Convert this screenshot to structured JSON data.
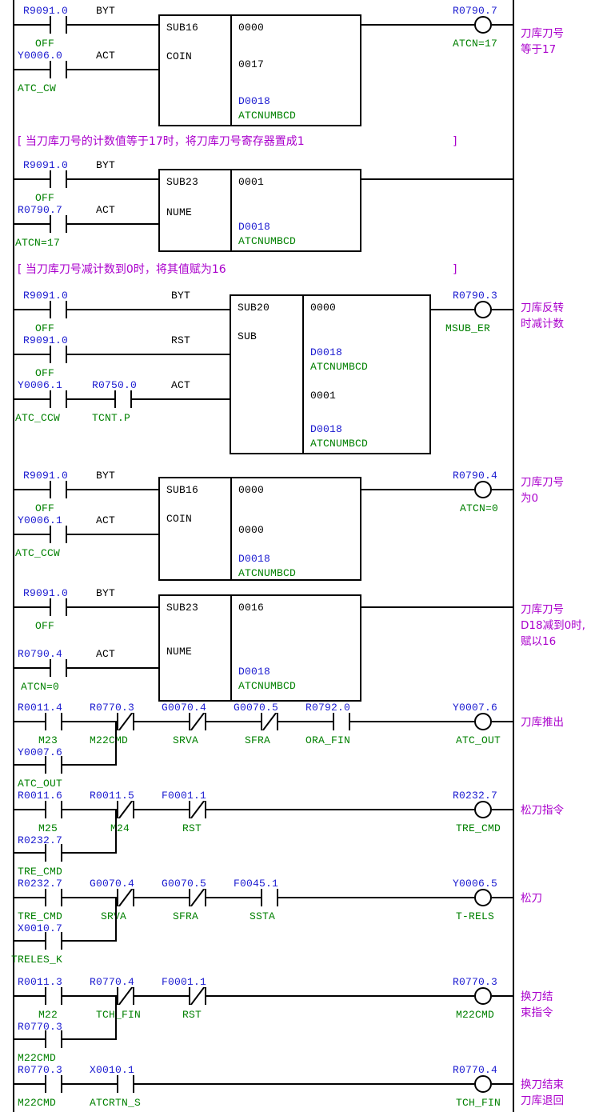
{
  "meta": {
    "kind": "plc-ladder-diagram",
    "colors": {
      "address": "#1a1ad0",
      "symbol": "#008000",
      "comment": "#aa00cc",
      "line": "#000000",
      "background": "#ffffff"
    }
  },
  "rungs": [
    {
      "id": "rung-1",
      "note": [
        "刀库刀号",
        "等于17"
      ],
      "inputs": [
        {
          "address": "R9091.0",
          "symbol": "OFF",
          "param": "BYT",
          "type": "no"
        },
        {
          "address": "Y0006.0",
          "symbol": "ATC_CW",
          "param": "ACT",
          "type": "no"
        }
      ],
      "block": {
        "number": "SUB16",
        "name": "COIN",
        "operands": [
          "0000",
          "0017",
          "D0018"
        ],
        "operand_symbols": [
          "",
          "",
          "ATCNUMBCD"
        ]
      },
      "output": {
        "address": "R0790.7",
        "symbol": "ATCN=17",
        "type": "coil"
      }
    },
    {
      "id": "rung-2",
      "comment": "[ 当刀库刀号的计数值等于17时，将刀库刀号寄存器置成1",
      "comment_close": "]",
      "note": [],
      "inputs": [
        {
          "address": "R9091.0",
          "symbol": "OFF",
          "param": "BYT",
          "type": "no"
        },
        {
          "address": "R0790.7",
          "symbol": "ATCN=17",
          "param": "ACT",
          "type": "no"
        }
      ],
      "block": {
        "number": "SUB23",
        "name": "NUME",
        "operands": [
          "0001",
          "D0018"
        ],
        "operand_symbols": [
          "",
          "ATCNUMBCD"
        ]
      },
      "output": null
    },
    {
      "id": "rung-3",
      "comment": "[ 当刀库刀号减计数到0时，将其值赋为16",
      "comment_close": "]",
      "note": [
        "刀库反转",
        "时减计数"
      ],
      "inputs": [
        {
          "address": "R9091.0",
          "symbol": "OFF",
          "param": "BYT",
          "type": "no"
        },
        {
          "address": "R9091.0",
          "symbol": "OFF",
          "param": "RST",
          "type": "no"
        },
        {
          "address": "Y0006.1",
          "symbol": "ATC_CCW",
          "param": "ACT",
          "type": "no"
        },
        {
          "address": "R0750.0",
          "symbol": "TCNT.P",
          "param": "",
          "type": "no"
        }
      ],
      "block": {
        "number": "SUB20",
        "name": "SUB",
        "operands": [
          "0000",
          "D0018",
          "0001",
          "D0018"
        ],
        "operand_symbols": [
          "",
          "ATCNUMBCD",
          "",
          "ATCNUMBCD"
        ]
      },
      "output": {
        "address": "R0790.3",
        "symbol": "MSUB_ER",
        "type": "coil"
      }
    },
    {
      "id": "rung-4",
      "note": [
        "刀库刀号",
        "为0"
      ],
      "inputs": [
        {
          "address": "R9091.0",
          "symbol": "OFF",
          "param": "BYT",
          "type": "no"
        },
        {
          "address": "Y0006.1",
          "symbol": "ATC_CCW",
          "param": "ACT",
          "type": "no"
        }
      ],
      "block": {
        "number": "SUB16",
        "name": "COIN",
        "operands": [
          "0000",
          "0000",
          "D0018"
        ],
        "operand_symbols": [
          "",
          "",
          "ATCNUMBCD"
        ]
      },
      "output": {
        "address": "R0790.4",
        "symbol": "ATCN=0",
        "type": "coil"
      }
    },
    {
      "id": "rung-5",
      "note": [
        "刀库刀号",
        "D18减到0时,",
        "赋以16"
      ],
      "inputs": [
        {
          "address": "R9091.0",
          "symbol": "OFF",
          "param": "BYT",
          "type": "no"
        },
        {
          "address": "R0790.4",
          "symbol": "ATCN=0",
          "param": "ACT",
          "type": "no"
        }
      ],
      "block": {
        "number": "SUB23",
        "name": "NUME",
        "operands": [
          "0016",
          "D0018"
        ],
        "operand_symbols": [
          "",
          "ATCNUMBCD"
        ]
      },
      "output": null
    },
    {
      "id": "rung-6",
      "note": [
        "刀库推出"
      ],
      "series": [
        {
          "address": "R0011.4",
          "symbol": "M23",
          "type": "no"
        },
        {
          "address": "R0770.3",
          "symbol": "M22CMD",
          "type": "nc"
        },
        {
          "address": "G0070.4",
          "symbol": "SRVA",
          "type": "nc"
        },
        {
          "address": "G0070.5",
          "symbol": "SFRA",
          "type": "nc"
        },
        {
          "address": "R0792.0",
          "symbol": "ORA_FIN",
          "type": "no"
        }
      ],
      "branch": {
        "address": "Y0007.6",
        "symbol": "ATC_OUT",
        "type": "no"
      },
      "output": {
        "address": "Y0007.6",
        "symbol": "ATC_OUT",
        "type": "coil"
      }
    },
    {
      "id": "rung-7",
      "note": [
        "松刀指令"
      ],
      "series": [
        {
          "address": "R0011.6",
          "symbol": "M25",
          "type": "no"
        },
        {
          "address": "R0011.5",
          "symbol": "M24",
          "type": "nc"
        },
        {
          "address": "F0001.1",
          "symbol": "RST",
          "type": "nc"
        }
      ],
      "branch": {
        "address": "R0232.7",
        "symbol": "TRE_CMD",
        "type": "no"
      },
      "output": {
        "address": "R0232.7",
        "symbol": "TRE_CMD",
        "type": "coil"
      }
    },
    {
      "id": "rung-8",
      "note": [
        "松刀"
      ],
      "series": [
        {
          "address": "R0232.7",
          "symbol": "TRE_CMD",
          "type": "no"
        },
        {
          "address": "G0070.4",
          "symbol": "SRVA",
          "type": "nc"
        },
        {
          "address": "G0070.5",
          "symbol": "SFRA",
          "type": "nc"
        },
        {
          "address": "F0045.1",
          "symbol": "SSTA",
          "type": "no"
        }
      ],
      "branch": {
        "address": "X0010.7",
        "symbol": "TRELES_K",
        "type": "no"
      },
      "output": {
        "address": "Y0006.5",
        "symbol": "T-RELS",
        "type": "coil"
      }
    },
    {
      "id": "rung-9",
      "note": [
        "换刀结",
        "束指令"
      ],
      "series": [
        {
          "address": "R0011.3",
          "symbol": "M22",
          "type": "no"
        },
        {
          "address": "R0770.4",
          "symbol": "TCH_FIN",
          "type": "nc"
        },
        {
          "address": "F0001.1",
          "symbol": "RST",
          "type": "nc"
        }
      ],
      "branch": {
        "address": "R0770.3",
        "symbol": "M22CMD",
        "type": "no"
      },
      "output": {
        "address": "R0770.3",
        "symbol": "M22CMD",
        "type": "coil"
      }
    },
    {
      "id": "rung-10",
      "note": [
        "换刀结束",
        "刀库退回"
      ],
      "series": [
        {
          "address": "R0770.3",
          "symbol": "M22CMD",
          "type": "no"
        },
        {
          "address": "X0010.1",
          "symbol": "ATCRTN_S",
          "type": "no"
        }
      ],
      "branch": null,
      "output": {
        "address": "R0770.4",
        "symbol": "TCH_FIN",
        "type": "coil"
      }
    }
  ]
}
